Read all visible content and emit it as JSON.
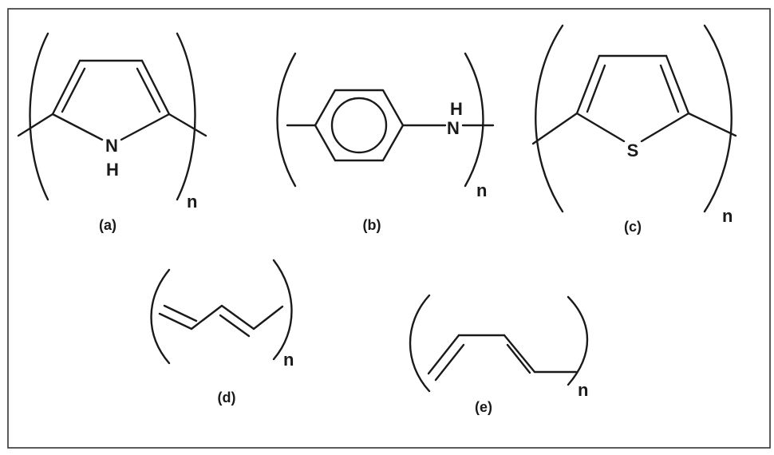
{
  "structures": {
    "a": {
      "caption": "(a)",
      "atom_n": "N",
      "atom_h": "H",
      "repeat": "n"
    },
    "b": {
      "caption": "(b)",
      "atom_n": "N",
      "atom_h": "H",
      "repeat": "n"
    },
    "c": {
      "caption": "(c)",
      "atom_s": "S",
      "repeat": "n"
    },
    "d": {
      "caption": "(d)",
      "repeat": "n"
    },
    "e": {
      "caption": "(e)",
      "repeat": "n"
    }
  }
}
